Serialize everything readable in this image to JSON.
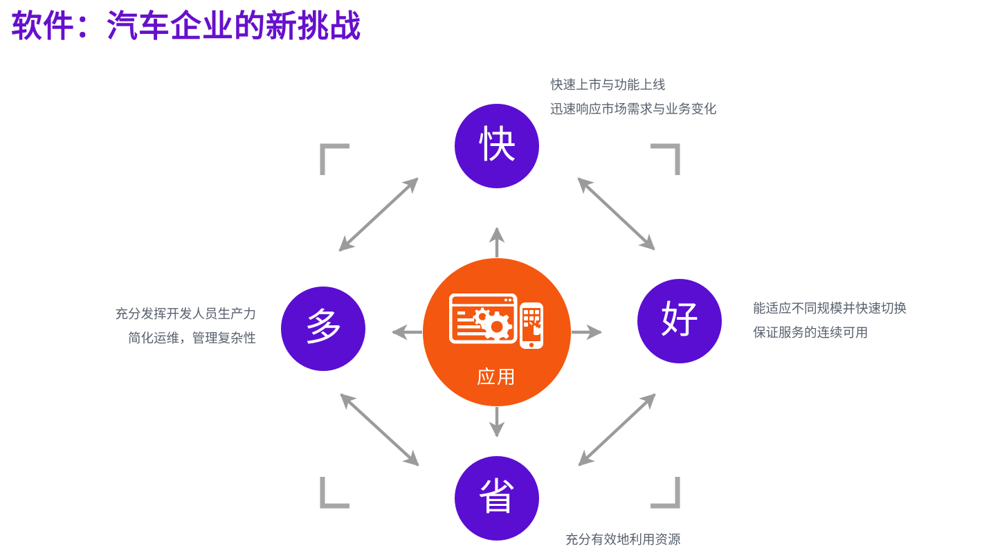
{
  "slide": {
    "title": "软件：汽车企业的新挑战",
    "title_color": "#6610CC",
    "background_color": "#ffffff"
  },
  "diagram": {
    "type": "hub-and-spoke",
    "accent_purple": "#5A0ED2",
    "accent_orange": "#F4570F",
    "connector_color": "#A6A6A6",
    "caption_color": "#59616E",
    "center": {
      "label": "应用",
      "icon": "browser-gears-and-phone-icon"
    },
    "nodes": [
      {
        "key": "fast",
        "label": "快",
        "position": "top"
      },
      {
        "key": "good",
        "label": "好",
        "position": "right"
      },
      {
        "key": "save",
        "label": "省",
        "position": "bottom"
      },
      {
        "key": "many",
        "label": "多",
        "position": "left"
      }
    ],
    "captions": {
      "top": {
        "line1": "快速上市与功能上线",
        "line2": "迅速响应市场需求与业务变化"
      },
      "right": {
        "line1": "能适应不同规模并快速切换",
        "line2": "保证服务的连续可用"
      },
      "left": {
        "line1": "充分发挥开发人员生产力",
        "line2": "简化运维，管理复杂性"
      },
      "bottom": {
        "line1": "充分有效地利用资源"
      }
    }
  }
}
